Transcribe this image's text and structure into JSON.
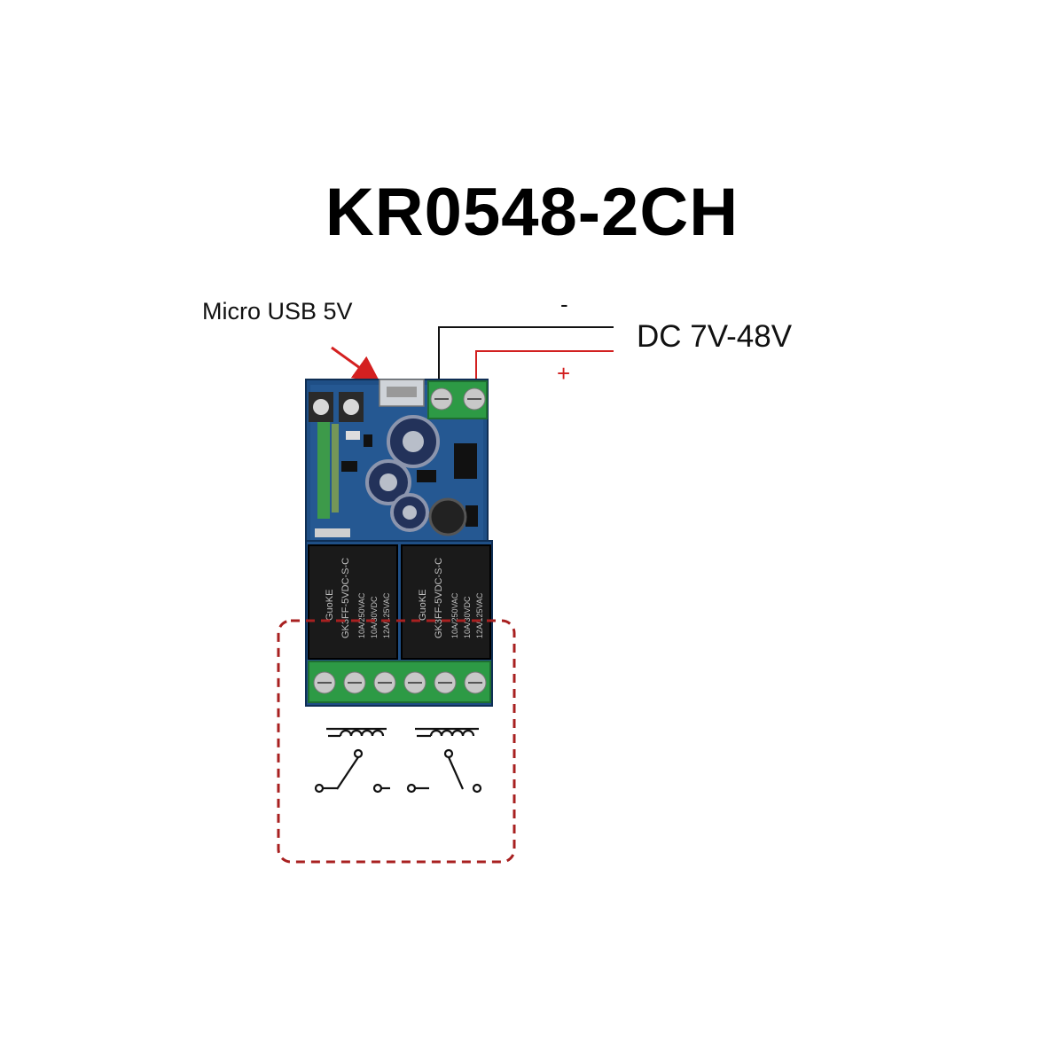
{
  "title": "KR0548-2CH",
  "labels": {
    "usb": "Micro USB 5V",
    "dc": "DC 7V-48V",
    "negative": "-",
    "positive": "+"
  },
  "relays": [
    {
      "brand": "GuoKE",
      "model": "GK3FF-5VDC-S-C",
      "ratings": [
        "10A/250VAC",
        "10A/30VDC",
        "12A/125VAC"
      ]
    },
    {
      "brand": "GuoKE",
      "model": "GK3FF-5VDC-S-C",
      "ratings": [
        "10A/250VAC",
        "10A/30VDC",
        "12A/125VAC"
      ]
    }
  ],
  "colors": {
    "board": "#1f4f86",
    "terminal": "#2d9a45",
    "relay": "#1a1a1a",
    "arrow": "#d42020",
    "dashed_box": "#a82020",
    "positive_wire": "#d22020",
    "negative_wire": "#111111"
  },
  "icons": [
    "usb-port-icon",
    "push-button-icon",
    "capacitor-icon",
    "relay-coil-icon",
    "relay-switch-icon",
    "screw-terminal-icon"
  ]
}
